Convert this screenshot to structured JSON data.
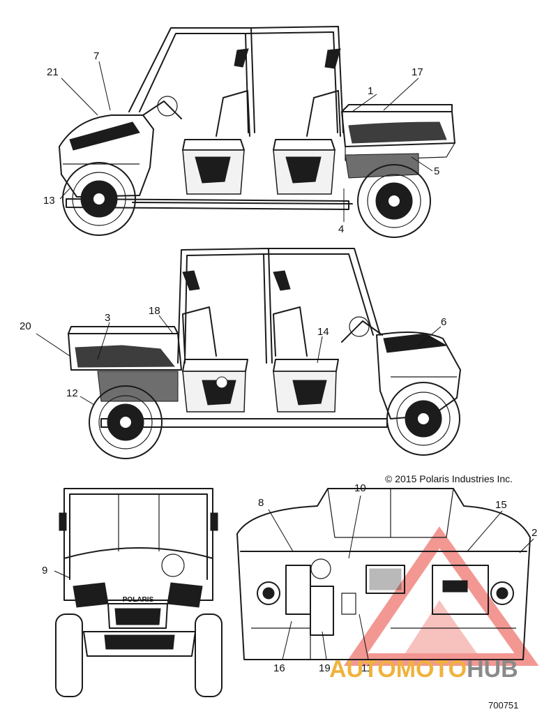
{
  "views": {
    "left_side": {
      "callouts": [
        {
          "label": "21"
        },
        {
          "label": "7"
        },
        {
          "label": "1"
        },
        {
          "label": "17"
        },
        {
          "label": "5"
        },
        {
          "label": "13"
        },
        {
          "label": "4"
        }
      ]
    },
    "right_side": {
      "callouts": [
        {
          "label": "20"
        },
        {
          "label": "3"
        },
        {
          "label": "18"
        },
        {
          "label": "14"
        },
        {
          "label": "6"
        },
        {
          "label": "12"
        }
      ]
    },
    "front": {
      "callouts": [
        {
          "label": "9"
        }
      ],
      "badge": "POLARIS"
    },
    "dash": {
      "callouts": [
        {
          "label": "8"
        },
        {
          "label": "10"
        },
        {
          "label": "15"
        },
        {
          "label": "2"
        },
        {
          "label": "16"
        },
        {
          "label": "19"
        },
        {
          "label": "11"
        }
      ]
    }
  },
  "copyright": "© 2015 Polaris Industries Inc.",
  "part_number": "700751",
  "watermark": {
    "part1": "AUTOMOTO",
    "part2": "HUB",
    "color_main": "#e8433a",
    "color_text": "#f0b23c",
    "color_hub": "#8a8a8a"
  }
}
